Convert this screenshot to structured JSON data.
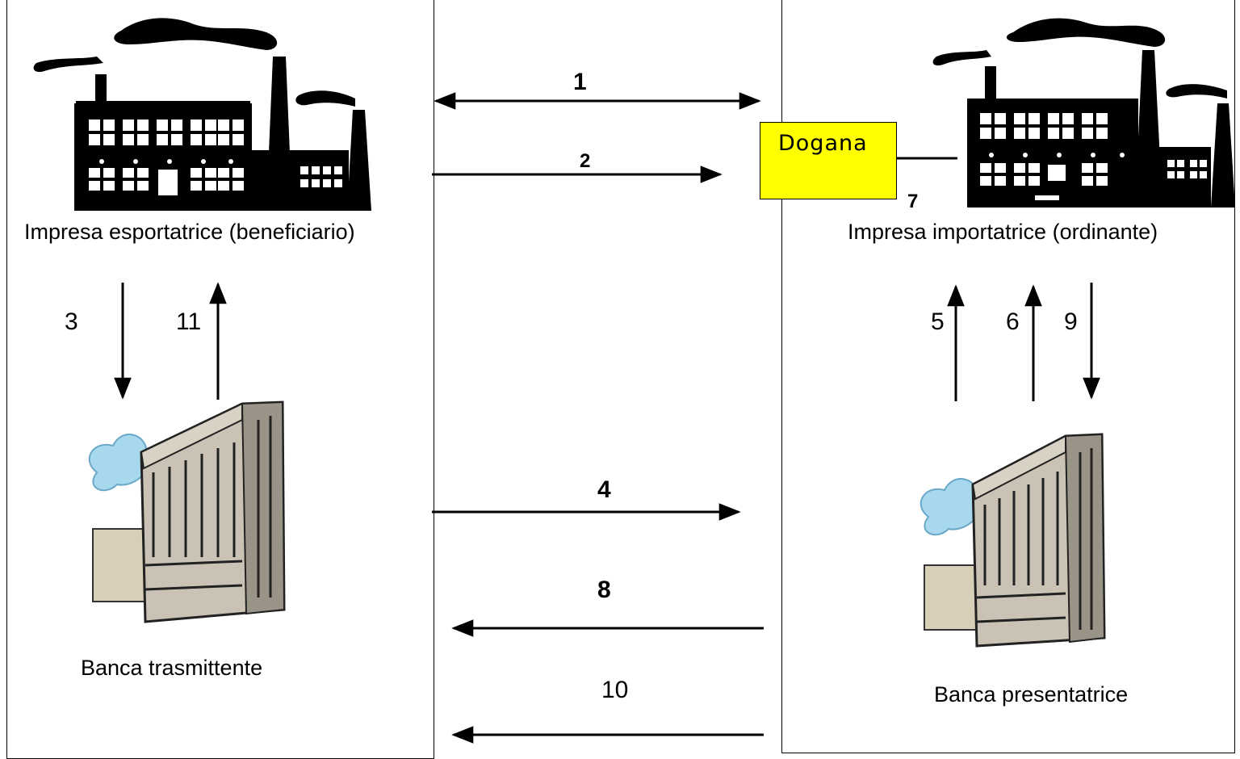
{
  "exporter_label": "Impresa esportatrice (beneficiario)",
  "importer_label": "Impresa importatrice (ordinante)",
  "sending_bank_label": "Banca trasmittente",
  "presenting_bank_label": "Banca presentatrice",
  "customs_label": "Dogana",
  "steps": {
    "s1": "1",
    "s2": "2",
    "s3": "3",
    "s4": "4",
    "s5": "5",
    "s6": "6",
    "s7": "7",
    "s8": "8",
    "s9": "9",
    "s10": "10",
    "s11": "11"
  },
  "colors": {
    "customs_fill": "#ffff00",
    "building": "#000000",
    "bank_stone": "#c9c2b5",
    "bank_mist": "#a8d8ee"
  }
}
